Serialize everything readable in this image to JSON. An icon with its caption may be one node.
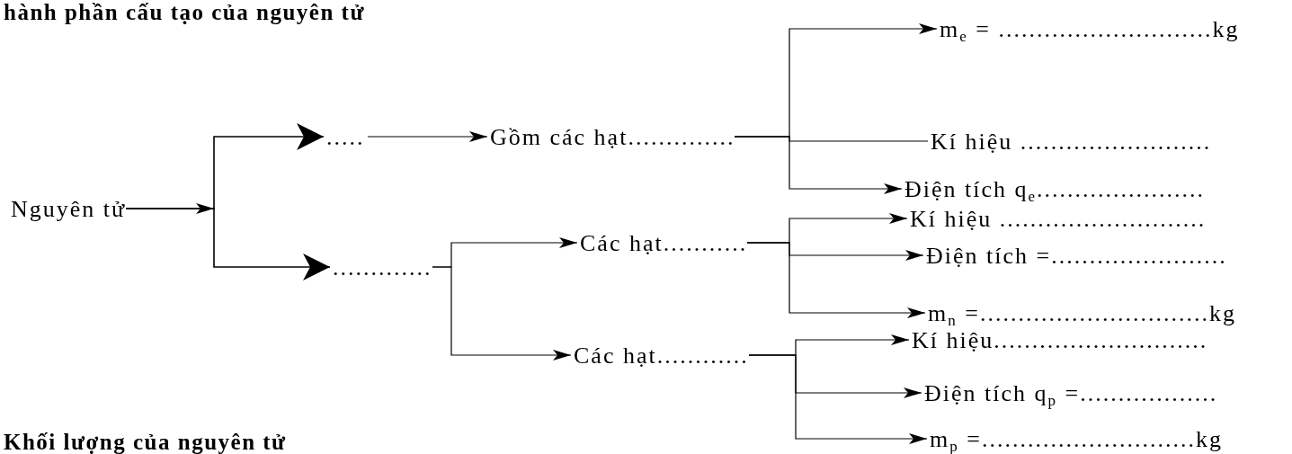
{
  "diagram": {
    "title": "hành phần cấu tạo của nguyên tử",
    "nodes": [
      {
        "text": [
          "Nguyên tử"
        ]
      },
      {
        "text": [
          "....."
        ]
      },
      {
        "text": [
          "Gồm các hạt.............."
        ]
      },
      {
        "text": [
          "m$_{e}$ = ............................kg"
        ]
      },
      {
        "text": [
          "Kí hiệu ........................."
        ]
      },
      {
        "text": [
          "Điện tích q$_{e}$......................"
        ]
      },
      {
        "text": [
          "............."
        ]
      },
      {
        "text": [
          "Các hạt..........."
        ]
      },
      {
        "text": [
          "Kí hiệu ..........................."
        ]
      },
      {
        "text": [
          "Điện tích =......................."
        ]
      },
      {
        "text": [
          "m$_{n}$ =..............................kg"
        ]
      },
      {
        "text": [
          "Các hạt............"
        ]
      },
      {
        "text": [
          "Kí hiệu............................"
        ]
      },
      {
        "text": [
          "Điện tích q$_{p}$ =.................."
        ]
      },
      {
        "text": [
          "m$_{p}$ =............................kg"
        ]
      }
    ],
    "edges": [
      {
        "from": 0,
        "to": 1,
        "arrow": "to"
      },
      {
        "from": 0,
        "to": 6,
        "arrow": "to"
      },
      {
        "from": 1,
        "to": 2,
        "arrow": "to"
      },
      {
        "from": 2,
        "to": 3,
        "arrow": "to"
      },
      {
        "from": 2,
        "to": 4,
        "arrow": "none"
      },
      {
        "from": 2,
        "to": 5,
        "arrow": "to"
      },
      {
        "from": 6,
        "to": 7,
        "arrow": "to"
      },
      {
        "from": 6,
        "to": 11,
        "arrow": "to"
      },
      {
        "from": 7,
        "to": 8,
        "arrow": "to"
      },
      {
        "from": 7,
        "to": 9,
        "arrow": "to"
      },
      {
        "from": 7,
        "to": 10,
        "arrow": "to"
      },
      {
        "from": 11,
        "to": 12,
        "arrow": "to"
      },
      {
        "from": 11,
        "to": 13,
        "arrow": "to"
      },
      {
        "from": 11,
        "to": 14,
        "arrow": "to"
      }
    ],
    "labels": [
      "Khối lượng của nguyên tử"
    ]
  }
}
